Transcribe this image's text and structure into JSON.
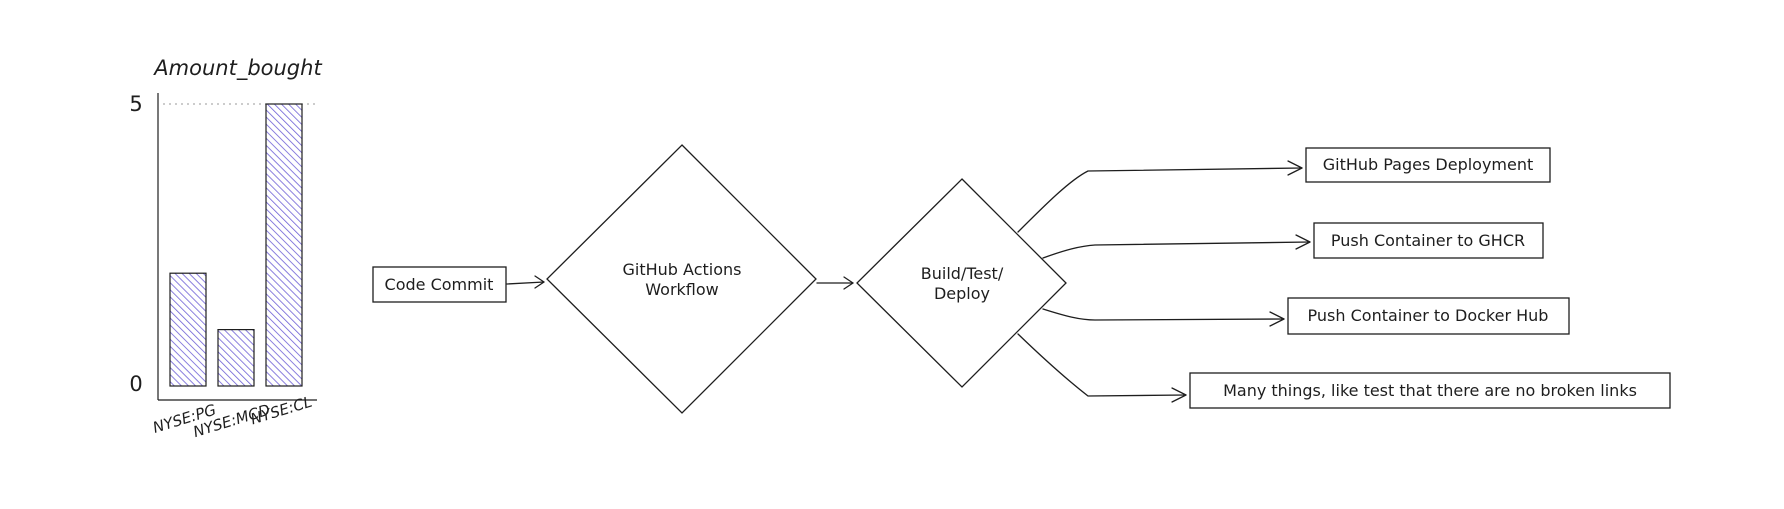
{
  "chart_data": {
    "type": "bar",
    "title": "Amount_bought",
    "categories": [
      "NYSE:PG",
      "NYSE:MCD",
      "NYSE:CL"
    ],
    "values": [
      2,
      1,
      5
    ],
    "ylim": [
      0,
      5
    ],
    "yticks": [
      "0",
      "5"
    ],
    "xlabel": "",
    "ylabel": "",
    "grid": "dotted line at max",
    "bar_color": "#6d5fd6",
    "bar_fill": "hatched"
  },
  "flow": {
    "nodes": {
      "commit": "Code Commit",
      "actions_line1": "GitHub Actions",
      "actions_line2": "Workflow",
      "build_line1": "Build/Test/",
      "build_line2": "Deploy",
      "pages": "GitHub Pages Deployment",
      "ghcr": "Push Container to GHCR",
      "docker": "Push Container to Docker Hub",
      "links": "Many things, like test that there are no broken links"
    }
  },
  "colors": {
    "stroke": "#1e1e1e",
    "accent": "#6d5fd6"
  }
}
